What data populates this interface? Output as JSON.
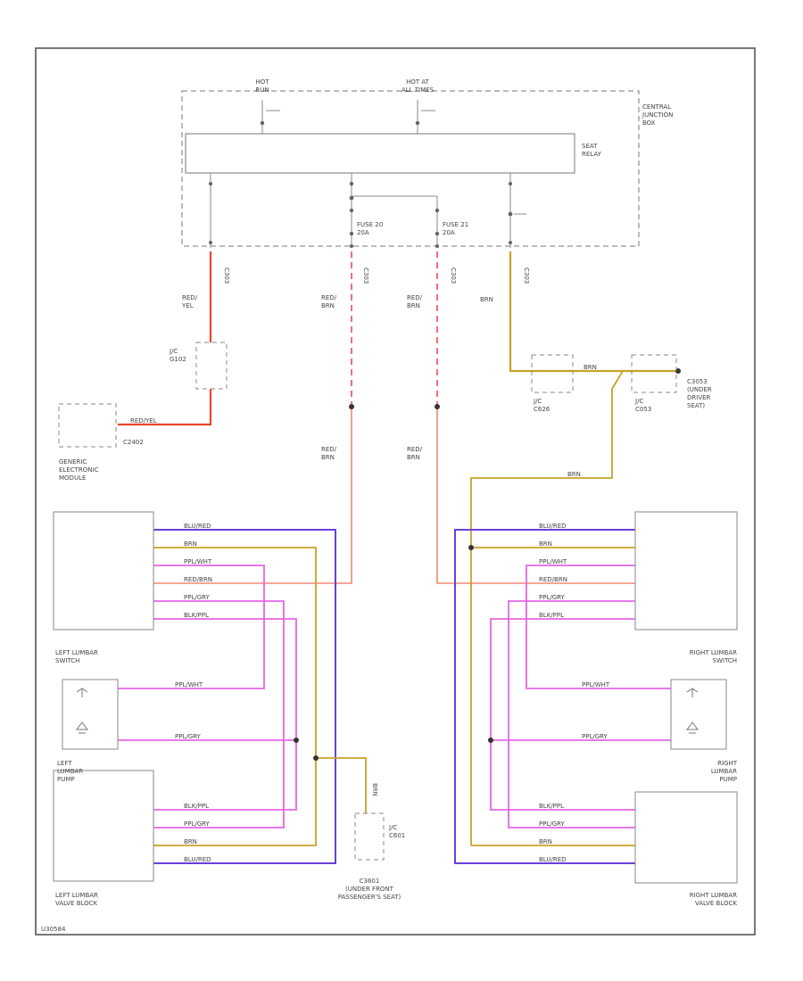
{
  "colors": {
    "red": "#e8472e",
    "red_brn": "#f08a70",
    "red_dash": "#ef4a5a",
    "brn": "#c9a227",
    "violet": "#e665e6",
    "blue": "#6a3fd8",
    "gray": "#999999",
    "frame": "#555555"
  },
  "labels": {
    "hot_run": "HOT\nRUN",
    "hot_at_all_times": "HOT AT\nALL TIMES",
    "central_junction_box": "CENTRAL\nJUNCTION\nBOX",
    "seat_relay": "SEAT\nRELAY",
    "fuse20": "FUSE 20\n20A",
    "fuse21": "FUSE 21\n20A",
    "c303a": "C303",
    "c303b": "C303",
    "c303c": "C303",
    "c303d": "C303",
    "red_yel": "RED/\nYEL",
    "red_brn_1": "RED/\nBRN",
    "red_brn_2": "RED/\nBRN",
    "red_brn_3": "RED/\nBRN",
    "red_brn_4": "RED/\nBRN",
    "brn_v": "BRN",
    "brn_h1": "BRN",
    "brn_h2": "BRN",
    "brn_v2": "BRN",
    "jc_g102": "J/C\nG102",
    "jc_c626": "J/C\nC626",
    "jc_c053": "J/C\nC053",
    "c3053": "C3053\n(UNDER\nDRIVER\nSEAT)",
    "red_yel_h": "RED/YEL",
    "c2402": "C2402",
    "gem": "GENERIC\nELECTRONIC\nMODULE",
    "left_lumbar_switch": "LEFT LUMBAR\nSWITCH",
    "right_lumbar_switch": "RIGHT LUMBAR\nSWITCH",
    "left_lumbar_pump": "LEFT\nLUMBAR\nPUMP",
    "right_lumbar_pump": "RIGHT\nLUMBAR\nPUMP",
    "left_lumbar_valve": "LEFT LUMBAR\nVALVE BLOCK",
    "right_lumbar_valve": "RIGHT LUMBAR\nVALVE BLOCK",
    "jc_c601": "J/C\nC601",
    "c3601": "C3601\n(UNDER FRONT\nPASSENGER'S SEAT)",
    "footer": "U30584"
  },
  "wires": {
    "sw_left": [
      "BLU/RED",
      "BRN",
      "PPL/WHT",
      "RED/BRN",
      "PPL/GRY",
      "BLK/PPL"
    ],
    "sw_right": [
      "BLU/RED",
      "BRN",
      "PPL/WHT",
      "RED/BRN",
      "PPL/GRY",
      "BLK/PPL"
    ],
    "pump_left": [
      "PPL/WHT",
      "PPL/GRY"
    ],
    "pump_right": [
      "PPL/WHT",
      "PPL/GRY"
    ],
    "valve_left": [
      "BLK/PPL",
      "PPL/GRY",
      "BRN",
      "BLU/RED"
    ],
    "valve_right": [
      "BLK/PPL",
      "PPL/GRY",
      "BRN",
      "BLU/RED"
    ]
  }
}
